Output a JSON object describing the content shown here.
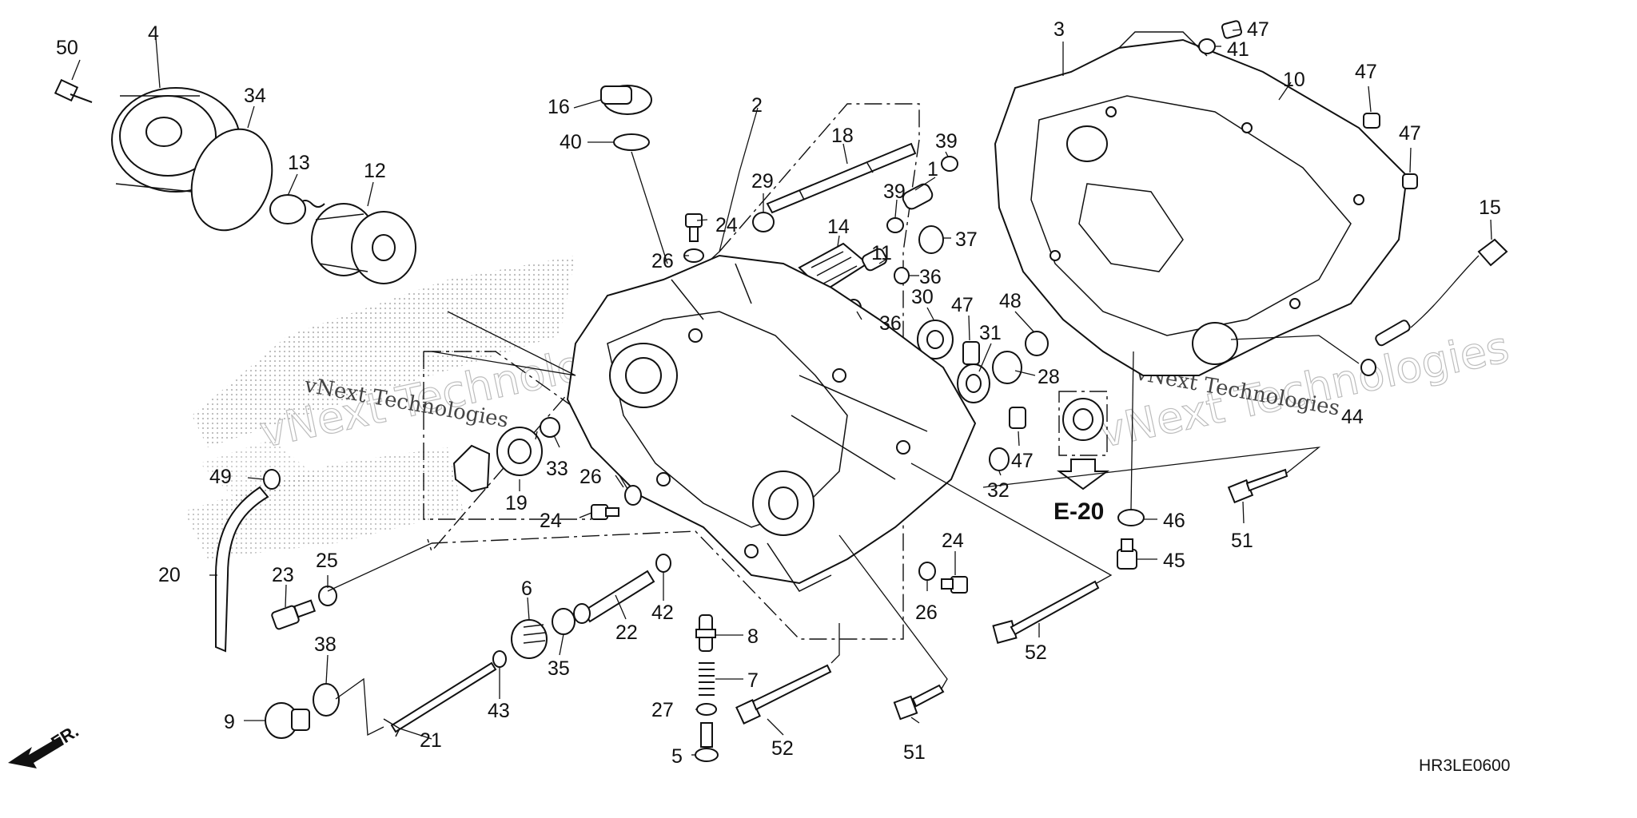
{
  "diagram": {
    "code": "HR3LE0600",
    "ref_label": "E-20",
    "front_label": "FR.",
    "watermark": "vNext Technologies",
    "part_numbers": [
      "1",
      "2",
      "3",
      "4",
      "5",
      "6",
      "7",
      "8",
      "9",
      "10",
      "11",
      "12",
      "13",
      "14",
      "15",
      "16",
      "18",
      "19",
      "20",
      "21",
      "22",
      "23",
      "24",
      "25",
      "26",
      "27",
      "28",
      "29",
      "30",
      "31",
      "32",
      "33",
      "34",
      "35",
      "36",
      "37",
      "38",
      "39",
      "40",
      "41",
      "42",
      "43",
      "44",
      "45",
      "46",
      "47",
      "48",
      "49",
      "50",
      "51",
      "52"
    ]
  }
}
